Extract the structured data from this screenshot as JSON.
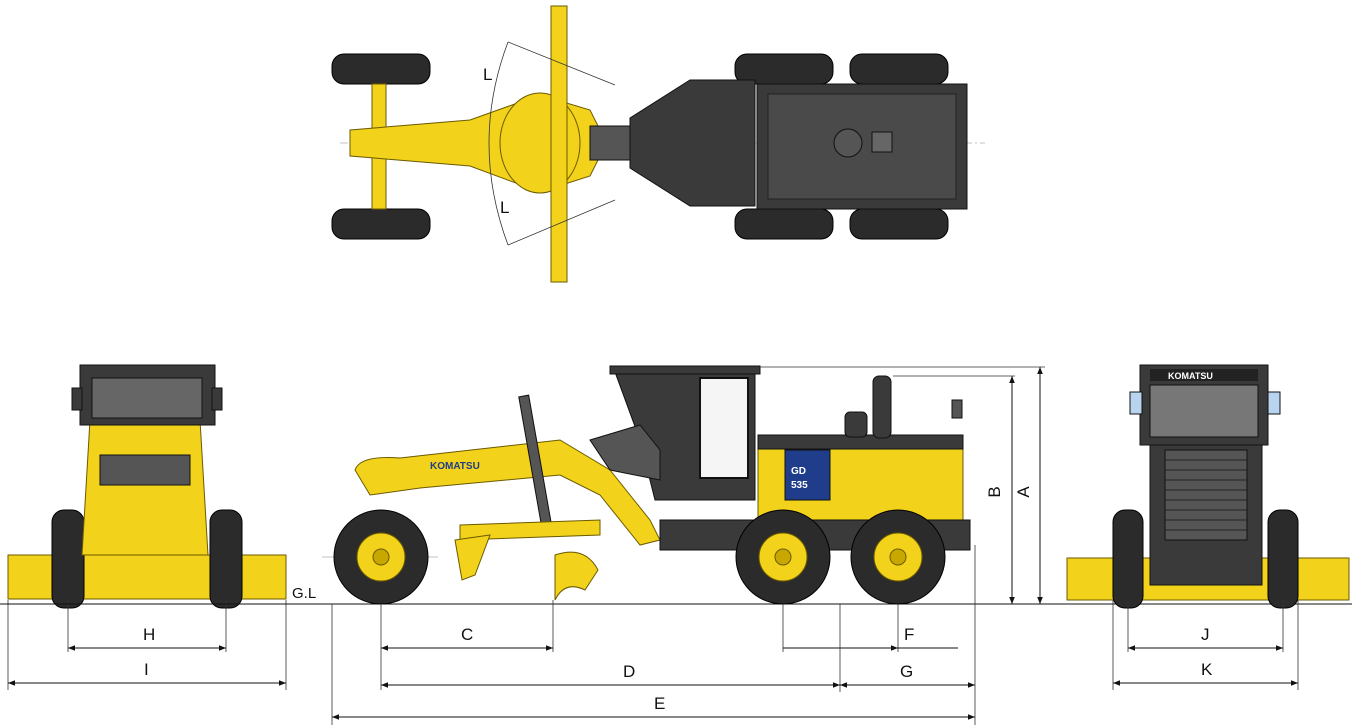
{
  "labels": {
    "A": "A",
    "B": "B",
    "C": "C",
    "D": "D",
    "E": "E",
    "F": "F",
    "G": "G",
    "H": "H",
    "I": "I",
    "J": "J",
    "K": "K",
    "L_upper": "L",
    "L_lower": "L",
    "ground_line": "G.L"
  },
  "decals": {
    "brand_side": "KOMATSU",
    "brand_rear": "KOMATSU",
    "model_top": "GD",
    "model_bottom": "535"
  },
  "colors": {
    "machine_yellow": "#f2d21a",
    "machine_dark": "#3a3a3a",
    "tire": "#2b2b2b",
    "dimension_line": "#111111"
  }
}
